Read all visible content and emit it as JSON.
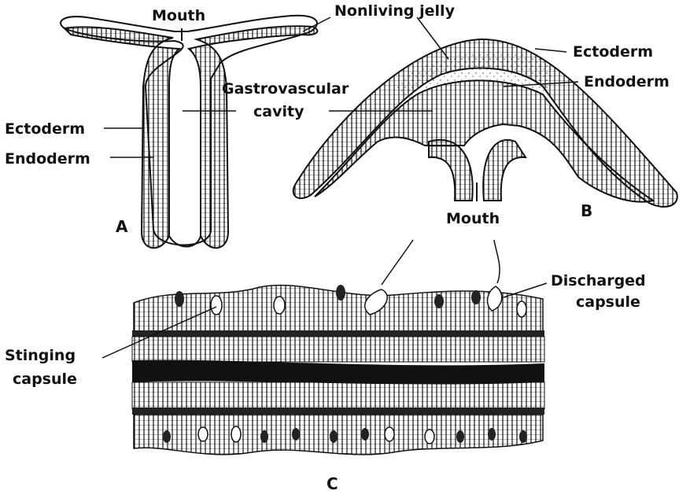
{
  "labels": {
    "mouth_a": "Mouth",
    "nonliving_jelly": "Nonliving jelly",
    "ectoderm_b": "Ectoderm",
    "endoderm_b": "Endoderm",
    "gastrovascular_line1": "Gastrovascular",
    "gastrovascular_line2": "cavity",
    "ectoderm_a": "Ectoderm",
    "endoderm_a": "Endoderm",
    "mouth_b": "Mouth",
    "discharged_capsule_line1": "Discharged",
    "discharged_capsule_line2": "capsule",
    "stinging_capsule_line1": "Stinging",
    "stinging_capsule_line2": "capsule"
  },
  "panels": {
    "a": "A",
    "b": "B",
    "c": "C"
  },
  "colors": {
    "ink": "#111111",
    "background": "#ffffff",
    "jelly_stipple": "#777777"
  }
}
